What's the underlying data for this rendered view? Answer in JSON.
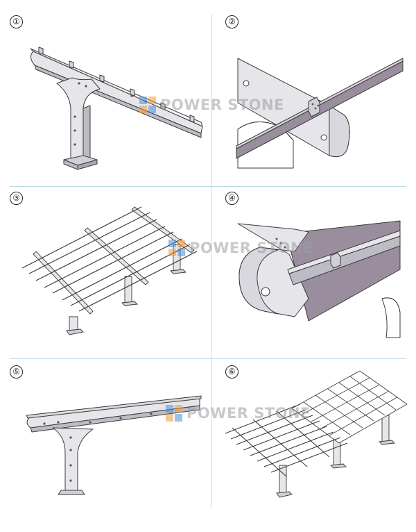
{
  "steps": [
    {
      "number": "①"
    },
    {
      "number": "②"
    },
    {
      "number": "③"
    },
    {
      "number": "④"
    },
    {
      "number": "⑤"
    },
    {
      "number": "⑥"
    }
  ],
  "watermark": {
    "text": "POWER STONE",
    "logo": "power-stone-logo"
  },
  "colors": {
    "steel_fill": "#e6e6ea",
    "steel_shade": "#bcbcc4",
    "panel_purple": "#9a8e9e",
    "outline": "#3a3a3a",
    "divider": "#b9dde6",
    "logo_orange": "#f09a3e",
    "logo_blue": "#4d8fd6"
  }
}
